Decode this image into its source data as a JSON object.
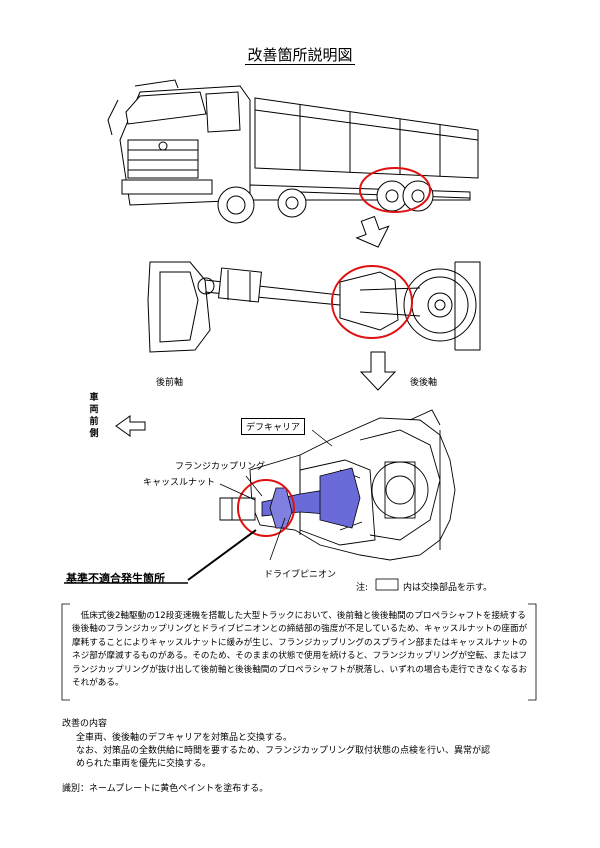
{
  "title": "改善箇所説明図",
  "labels": {
    "rear_front_axle": "後前軸",
    "rear_rear_axle": "後後軸",
    "vehicle_front": "車両前側",
    "diff_carrier": "デフキャリア",
    "flange_coupling": "フランジカップリング",
    "castle_nut": "キャッスルナット",
    "drive_pinion": "ドライブピニオン",
    "nonconformance": "基準不適合発生箇所",
    "note_prefix": "注:",
    "note_suffix": "内は交換部品を示す。"
  },
  "summary": "低床式後2軸駆動の12段変速機を搭載した大型トラックにおいて、後前軸と後後軸間のプロペラシャフトを接続する後後軸のフランジカップリングとドライブピニオンとの締結部の強度が不足しているため、キャッスルナットの座面が摩耗することによりキャッスルナットに緩みが生じ、フランジカップリングのスプライン部またはキャッスルナットのネジ部が摩滅するものがある。そのため、そのままの状態で使用を続けると、フランジカップリングが空転、またはフランジカップリングが抜け出して後前軸と後後軸間のプロペラシャフトが脱落し、いずれの場合も走行できなくなるおそれがある。",
  "improvement": {
    "heading": "改善の内容",
    "line1": "全車両、後後軸のデフキャリアを対策品と交換する。",
    "line2": "なお、対策品の全数供給に時間を要するため、フランジカップリング取付状態の点検を行い、異常が認",
    "line3": "められた車両を優先に交換する。"
  },
  "identification": "識別：ネームプレートに黄色ペイントを塗布する。"
}
